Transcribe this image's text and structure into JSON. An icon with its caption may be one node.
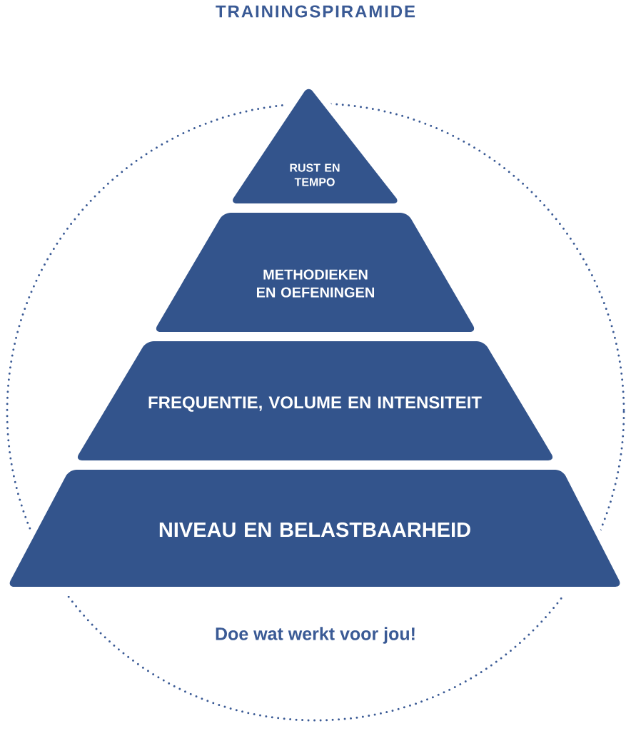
{
  "diagram": {
    "title": "TRAININGSPIRAMIDE",
    "nodes": [
      {
        "text": [
          "RUST EN TEMPO"
        ]
      },
      {
        "text": [
          "METHODIEKEN EN OEFENINGEN"
        ]
      },
      {
        "text": [
          "FREQUENTIE, VOLUME EN INTENSITEIT"
        ]
      },
      {
        "text": [
          "NIVEAU EN BELASTBAARHEID"
        ]
      }
    ],
    "caption": "Doe wat werkt voor jou!"
  }
}
